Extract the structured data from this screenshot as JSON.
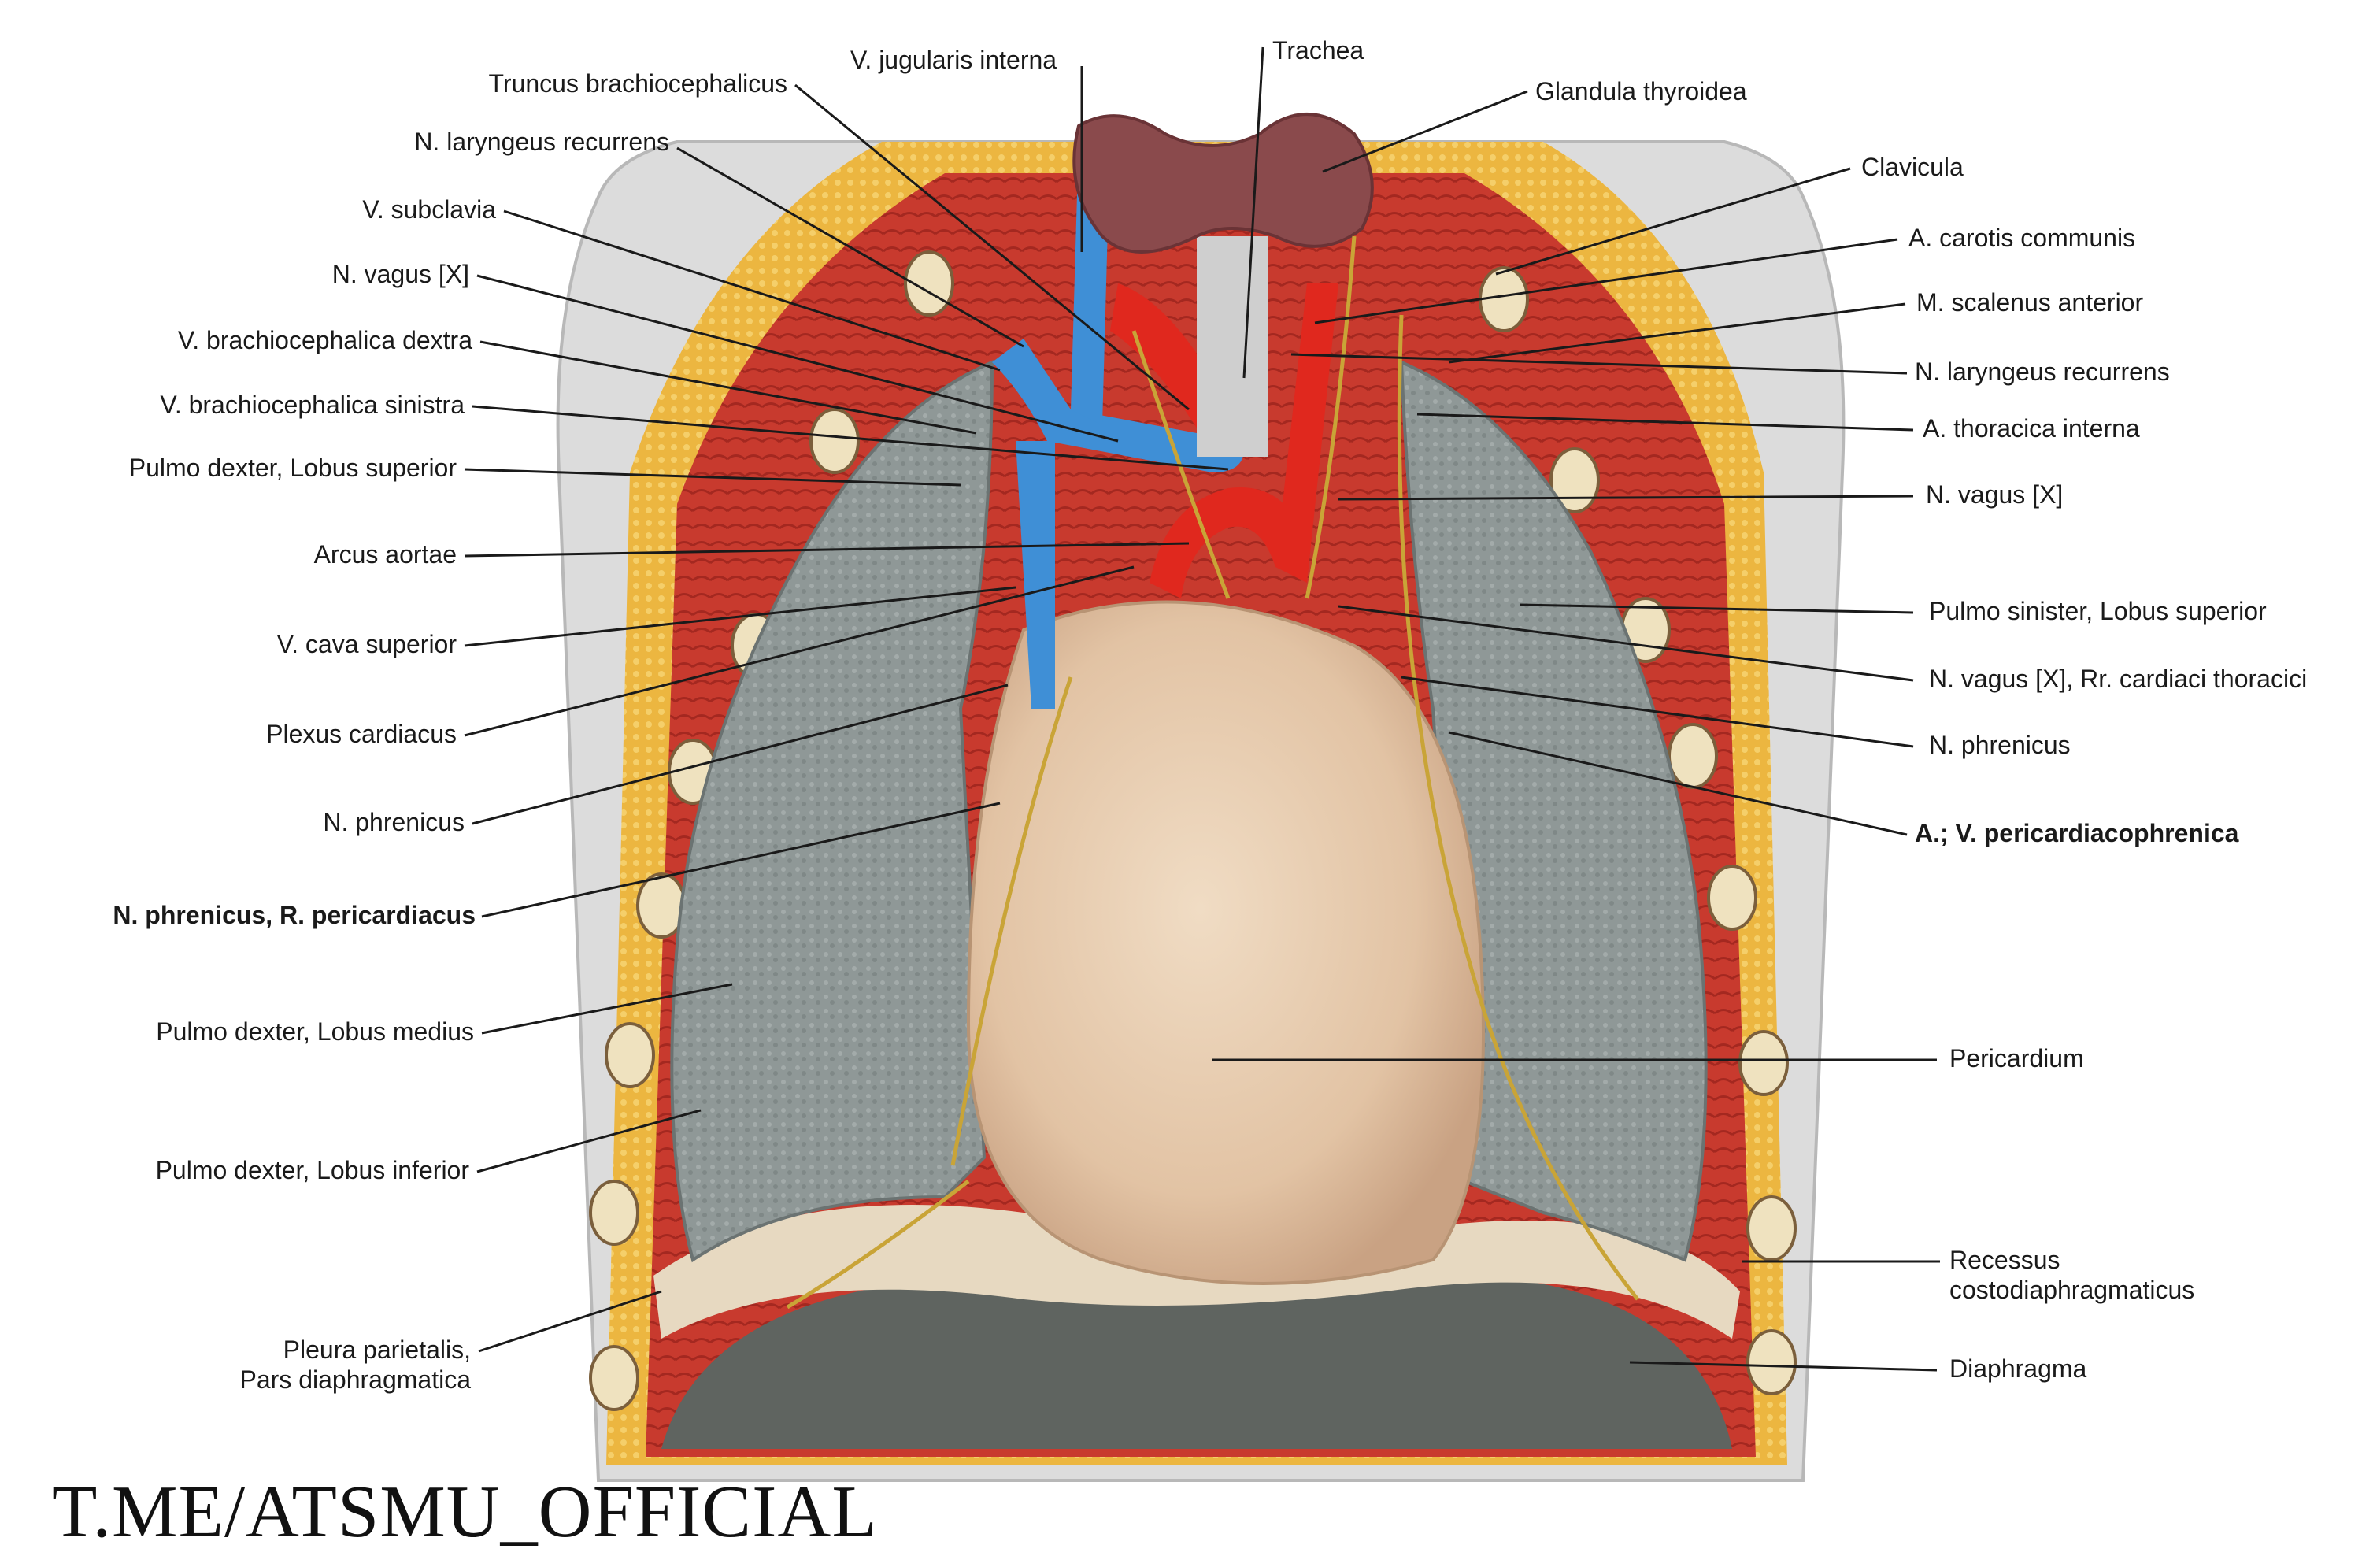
{
  "labels": {
    "trachea": "Trachea",
    "v_jugularis_interna": "V. jugularis interna",
    "truncus_brachiocephalicus": "Truncus brachiocephalicus",
    "n_laryngeus_recurrens_right": "N. laryngeus recurrens",
    "v_subclavia": "V. subclavia",
    "n_vagus_right": "N. vagus [X]",
    "v_brachiocephalica_dextra": "V. brachiocephalica dextra",
    "v_brachiocephalica_sinistra": "V. brachiocephalica sinistra",
    "pulmo_dexter_lobus_superior": "Pulmo dexter, Lobus superior",
    "arcus_aortae": "Arcus aortae",
    "v_cava_superior": "V. cava superior",
    "plexus_cardiacus": "Plexus cardiacus",
    "n_phrenicus_right": "N. phrenicus",
    "n_phrenicus_r_pericardiacus": "N. phrenicus, R. pericardiacus",
    "pulmo_dexter_lobus_medius": "Pulmo dexter, Lobus medius",
    "pulmo_dexter_lobus_inferior": "Pulmo dexter, Lobus inferior",
    "pleura_parietalis_line1": "Pleura parietalis,",
    "pleura_parietalis_line2": "Pars diaphragmatica",
    "glandula_thyroidea": "Glandula thyroidea",
    "clavicula": "Clavicula",
    "a_carotis_communis": "A. carotis communis",
    "m_scalenus_anterior": "M. scalenus anterior",
    "n_laryngeus_recurrens_left": "N. laryngeus recurrens",
    "a_thoracica_interna": "A. thoracica interna",
    "n_vagus_left": "N. vagus [X]",
    "pulmo_sinister_lobus_superior": "Pulmo sinister, Lobus superior",
    "n_vagus_rr_cardiaci": "N. vagus [X], Rr. cardiaci thoracici",
    "n_phrenicus_left": "N. phrenicus",
    "a_v_pericardiacophrenica": "A.; V. pericardiacophrenica",
    "pericardium": "Pericardium",
    "recessus_line1": "Recessus",
    "recessus_line2": "costodiaphragmaticus",
    "diaphragma": "Diaphragma"
  },
  "watermark": "T.ME/ATSMU_OFFICIAL",
  "colors": {
    "skin": "#d8d8d8",
    "fat": "#eab43c",
    "muscle": "#c8362c",
    "lung": "#8c9493",
    "heart": "#e3c6a8",
    "vein": "#3f8fd6",
    "artery": "#e0281e",
    "thyroid": "#8a4a4c",
    "nerve": "#c9a437",
    "diaphragm": "#5c615d",
    "leader": "#1a1a1a"
  }
}
